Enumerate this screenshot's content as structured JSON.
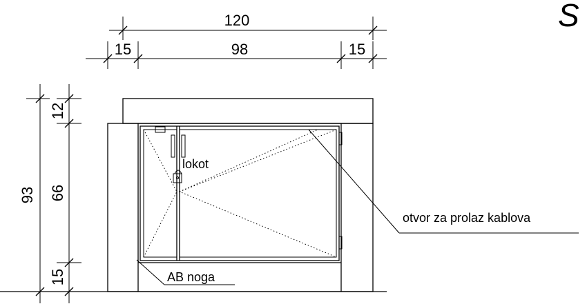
{
  "dimensions": {
    "top_total": "120",
    "top_left": "15",
    "top_middle": "98",
    "top_right": "15",
    "left_total": "93",
    "left_top": "12",
    "left_middle": "66",
    "left_bottom": "15"
  },
  "labels": {
    "lock": "lokot",
    "cable_opening": "otvor za prolaz kablova",
    "concrete_base": "AB noga",
    "corner_letter": "S"
  }
}
